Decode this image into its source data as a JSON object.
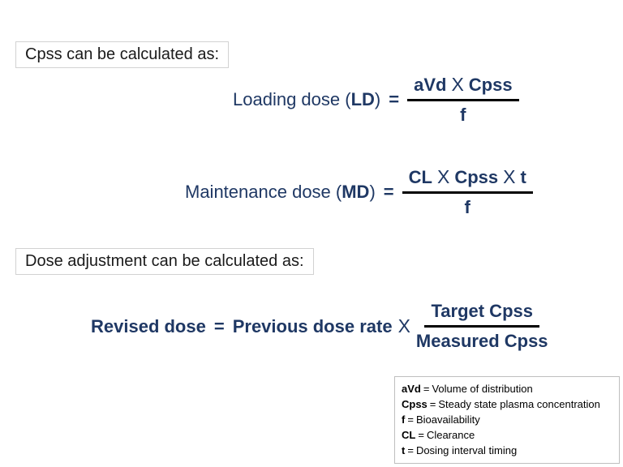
{
  "colors": {
    "formula_navy": "#1f3864",
    "fraction_line": "#000000",
    "box_border": "#d2d2d2",
    "legend_border": "#bfbfbf",
    "box_text": "#1a1a1a"
  },
  "labels": {
    "cpss_box": "Cpss can be calculated as:",
    "dose_adjustment_box": "Dose adjustment can be calculated as:"
  },
  "formulas": {
    "loading": {
      "name": "Loading dose (",
      "abbr": "LD",
      "close": ")",
      "equals": "=",
      "num1": "aVd",
      "times1": "X",
      "num2": "Cpss",
      "den": "f"
    },
    "maintenance": {
      "name": "Maintenance dose (",
      "abbr": "MD",
      "close": ")",
      "equals": "=",
      "num1": "CL",
      "times1": "X",
      "num2": "Cpss",
      "times2": "X",
      "num3": "t",
      "den": "f"
    },
    "revised": {
      "lhs": "Revised dose",
      "equals": "=",
      "rhs": "Previous dose rate",
      "times": "X",
      "num": "Target Cpss",
      "den": "Measured Cpss"
    }
  },
  "legend": {
    "eq": "=",
    "items": [
      {
        "term": "aVd",
        "def": "Volume of distribution"
      },
      {
        "term": "Cpss",
        "def": "Steady state plasma concentration"
      },
      {
        "term": "f",
        "def": "Bioavailability"
      },
      {
        "term": "CL",
        "def": "Clearance"
      },
      {
        "term": "t",
        "def": "Dosing interval timing"
      }
    ]
  }
}
